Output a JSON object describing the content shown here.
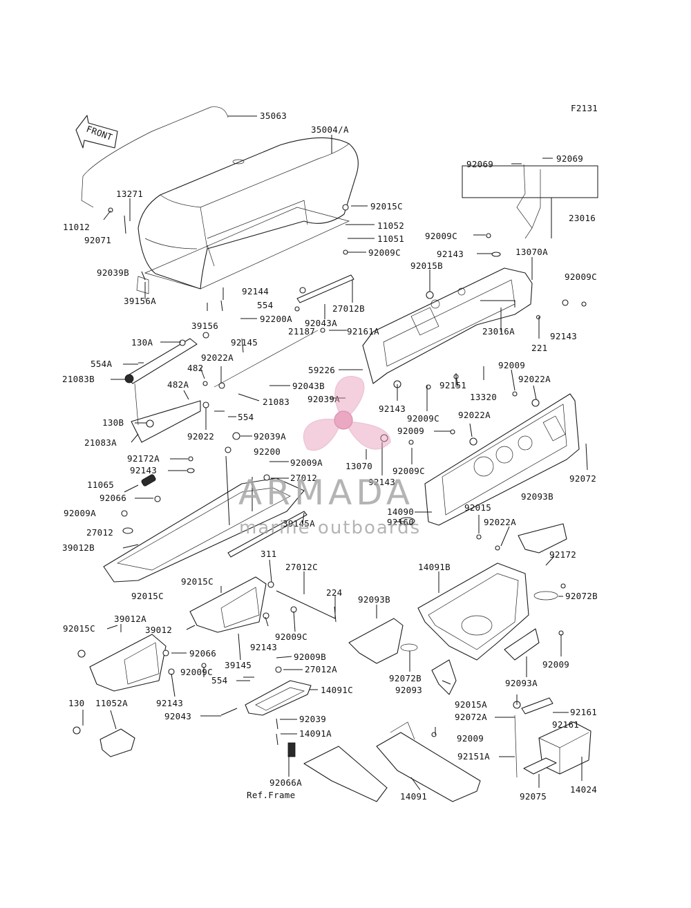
{
  "figure": {
    "code": "F2131",
    "front_label": "FRONT",
    "ref_label": "Ref.Frame"
  },
  "watermark": {
    "brand": "ARMADA",
    "tagline": "marine outboards",
    "accent_color": "#e79ab8"
  },
  "labels": {
    "p35063": "35063",
    "p35004a": "35004/A",
    "p13271": "13271",
    "p11012": "11012",
    "p92071": "92071",
    "p92039b": "92039B",
    "p39156a": "39156A",
    "p39156": "39156",
    "p92144": "92144",
    "p554_top": "554",
    "p92200a": "92200A",
    "p92043a": "92043A",
    "p27012b": "27012B",
    "p92015c_top": "92015C",
    "p11052": "11052",
    "p11051": "11051",
    "p92009c_top": "92009C",
    "p92069_left": "92069",
    "p92069_right": "92069",
    "p23016": "23016",
    "p92009c_r1": "92009C",
    "p92143_r1": "92143",
    "p92015b": "92015B",
    "p13070a": "13070A",
    "p92009c_r2": "92009C",
    "p130a": "130A",
    "p92145": "92145",
    "p21187": "21187",
    "p92161a": "92161A",
    "p23016a": "23016A",
    "p221": "221",
    "p92143_r2": "92143",
    "p554a": "554A",
    "p92022a_left": "92022A",
    "p21083b": "21083B",
    "p482": "482",
    "p482a": "482A",
    "p59226": "59226",
    "p92043b": "92043B",
    "p21083": "21083",
    "p92009_r1": "92009",
    "p92022a_r1": "92022A",
    "p92151": "92151",
    "p13320": "13320",
    "p92039a_mid": "92039A",
    "p92143_mid": "92143",
    "p554_mid": "554",
    "p92009c_mid": "92009C",
    "p92022a_mid": "92022A",
    "p130b": "130B",
    "p21083a": "21083A",
    "p92022": "92022",
    "p92039a_left": "92039A",
    "p92009_mid": "92009",
    "p92200": "92200",
    "p13070": "13070",
    "p92009c_mid2": "92009C",
    "p92172a": "92172A",
    "p92009a_top": "92009A",
    "p92143_left": "92143",
    "p27012_top": "27012",
    "p92143_mid2": "92143",
    "p92072": "92072",
    "p11065": "11065",
    "p92066_top": "92066",
    "p92009a_left": "92009A",
    "p14090": "14090",
    "p92093b_top": "92093B",
    "p92015": "92015",
    "p27012_left": "27012",
    "p39145a": "39145A",
    "p92160": "92160",
    "p92022a_low": "92022A",
    "p39012b": "39012B",
    "p311": "311",
    "p92172": "92172",
    "p27012c": "27012C",
    "p14091b": "14091B",
    "p92015c_mid": "92015C",
    "p224": "224",
    "p92015c_mid2": "92015C",
    "p92093b_mid": "92093B",
    "p92072b_right": "92072B",
    "p39012a": "39012A",
    "p92015c_left": "92015C",
    "p39012": "39012",
    "p92009c_low": "92009C",
    "p92143_low": "92143",
    "p92009_right": "92009",
    "p92066_mid": "92066",
    "p92009b": "92009B",
    "p39145": "39145",
    "p27012a": "27012A",
    "p92072b_mid": "92072B",
    "p92009c_low2": "92009C",
    "p554_low": "554",
    "p92093": "92093",
    "p92093a": "92093A",
    "p14091c": "14091C",
    "p92143_low2": "92143",
    "p92015a": "92015A",
    "p92161_r": "92161",
    "p130": "130",
    "p11052a": "11052A",
    "p92072a": "92072A",
    "p92043": "92043",
    "p92039": "92039",
    "p92161_r2": "92161",
    "p14091a": "14091A",
    "p92009_low": "92009",
    "p92151a": "92151A",
    "p92066a": "92066A",
    "p14091": "14091",
    "p92075": "92075",
    "p14024": "14024"
  }
}
